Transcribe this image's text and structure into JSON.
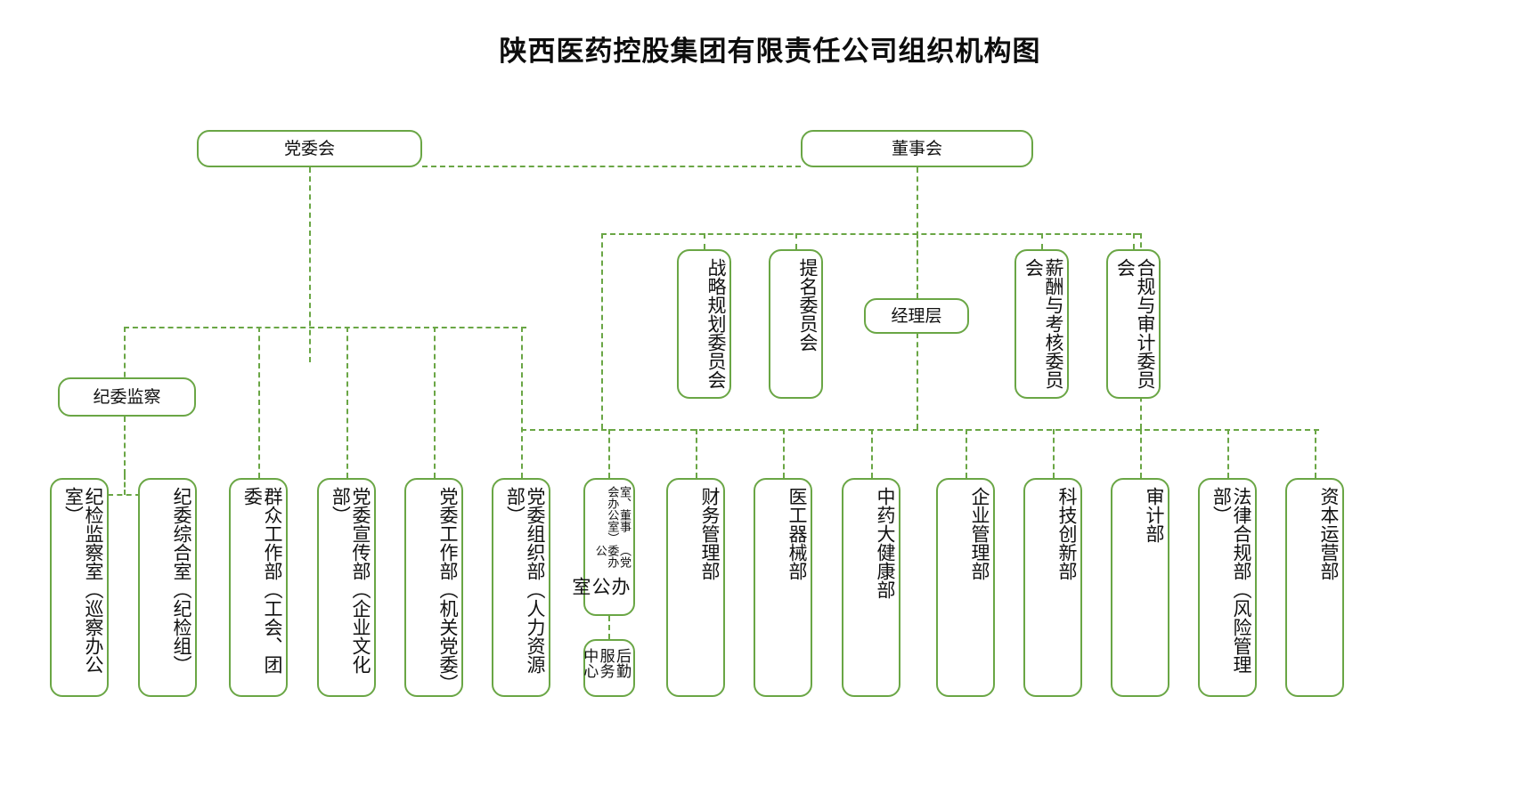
{
  "title": "陕西医药控股集团有限责任公司组织机构图",
  "theme": {
    "line_color": "#6aa645",
    "box_border": "#6aa645",
    "box_fill": "#ffffff",
    "text_color": "#111111",
    "title_color": "#0d0d0d"
  },
  "top": {
    "party_committee": "党委会",
    "board_of_directors": "董事会"
  },
  "committees": [
    {
      "id": "strategy",
      "label": "战略规划委员会"
    },
    {
      "id": "nomination",
      "label": "提名委员会"
    },
    {
      "id": "remuneration",
      "label": "薪酬与考核委员会"
    },
    {
      "id": "compliance-audit",
      "label": "合规与审计委员会"
    }
  ],
  "management": {
    "label": "经理层"
  },
  "discipline": {
    "label": "纪委监察"
  },
  "discipline_departments": [
    {
      "id": "inspection-office",
      "label": "纪检监察室（巡察办公室）"
    },
    {
      "id": "discipline-general-office",
      "label": "纪委综合室（纪检组）"
    }
  ],
  "party_departments": [
    {
      "id": "mass-work",
      "label": "群众工作部（工会、团委"
    },
    {
      "id": "propaganda",
      "label": "党委宣传部（企业文化部）"
    },
    {
      "id": "party-work",
      "label": "党委工作部（机关党委）"
    },
    {
      "id": "organization",
      "label": "党委组织部（人力资源部）"
    }
  ],
  "office": {
    "id": "general-office",
    "main": "办公室",
    "sub_right": "（党委办公",
    "sub_left": "室、董事会办公室）",
    "full_label": "办公室（党委办公室、董事会办公室）"
  },
  "logistics": {
    "id": "logistics-center",
    "label": "后勤服务中心"
  },
  "departments": [
    {
      "id": "finance",
      "label": "财务管理部"
    },
    {
      "id": "medical-devices",
      "label": "医工器械部"
    },
    {
      "id": "tcm-health",
      "label": "中药大健康部"
    },
    {
      "id": "enterprise-management",
      "label": "企业管理部"
    },
    {
      "id": "sci-tech-innovation",
      "label": "科技创新部"
    },
    {
      "id": "audit",
      "label": "审计部"
    },
    {
      "id": "legal-compliance",
      "label": "法律合规部（风险管理部）"
    },
    {
      "id": "capital-operation",
      "label": "资本运营部"
    }
  ]
}
